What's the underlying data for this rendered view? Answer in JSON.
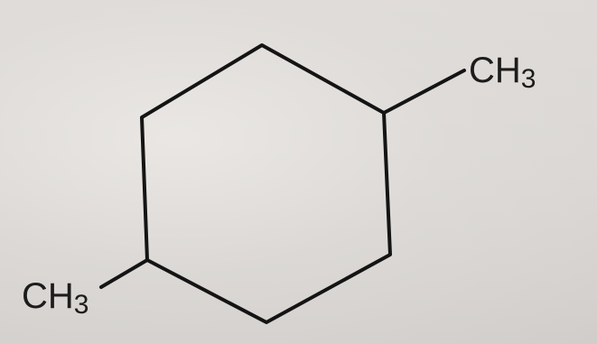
{
  "substituent_top": {
    "element": "CH",
    "subscript": "3"
  },
  "substituent_bottom": {
    "element": "CH",
    "subscript": "3"
  },
  "colors": {
    "bond": "#141414",
    "label": "#1c1c1c",
    "background": "#d9d6d3"
  }
}
